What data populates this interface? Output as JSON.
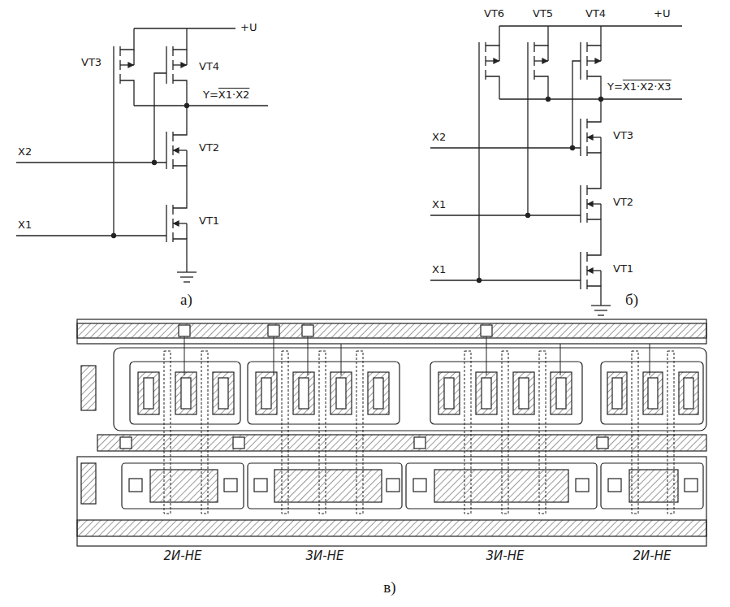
{
  "diagram": {
    "labels": [
      "+U",
      "VT3",
      "VT4",
      "Y=",
      "X1·X2",
      "VT2",
      "X2",
      "VT1",
      "X1",
      "а)",
      "+U",
      "VT6",
      "VT5",
      "VT4",
      "Y=",
      "X1·X2·X3",
      "VT3",
      "X2",
      "VT2",
      "X1",
      "VT1",
      "X1",
      "б)",
      "2И-НЕ",
      "3И-НЕ",
      "3И-НЕ",
      "2И-НЕ",
      "в)"
    ]
  }
}
